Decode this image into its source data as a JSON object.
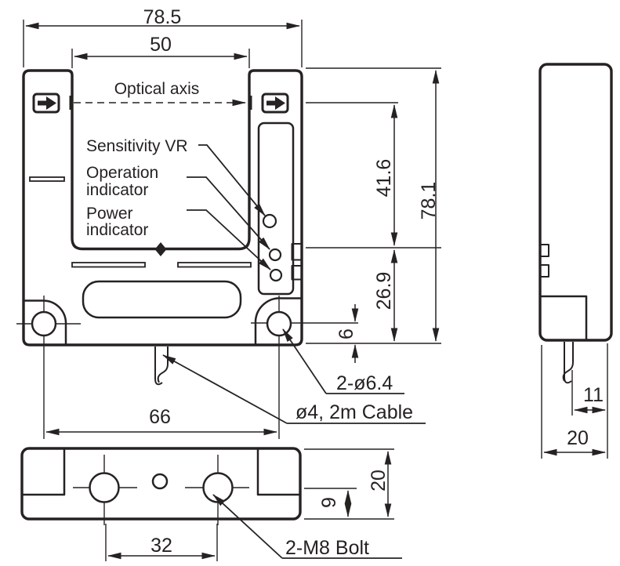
{
  "front": {
    "dim_overall_width": "78.5",
    "dim_slot_width": "50",
    "optical_axis": "Optical axis",
    "sensitivity_vr": "Sensitivity VR",
    "operation_line1": "Operation",
    "operation_line2": "indicator",
    "power_line1": "Power",
    "power_line2": "indicator",
    "dim_axis_to_mid": "41.6",
    "dim_overall_height": "78.1",
    "dim_mid_to_bottom": "26.9",
    "dim_hole_to_bottom": "6",
    "dim_hole_spacing": "66",
    "note_mount_holes": "2-ø6.4",
    "note_cable": "ø4, 2m Cable"
  },
  "bottom": {
    "dim_bolt_spacing": "32",
    "note_bolts": "2-M8 Bolt",
    "dim_depth": "20",
    "dim_bolt_to_front": "9"
  },
  "side": {
    "dim_cable_inset": "11",
    "dim_depth": "20"
  },
  "colors": {
    "line": "#262222",
    "background": "#ffffff"
  }
}
